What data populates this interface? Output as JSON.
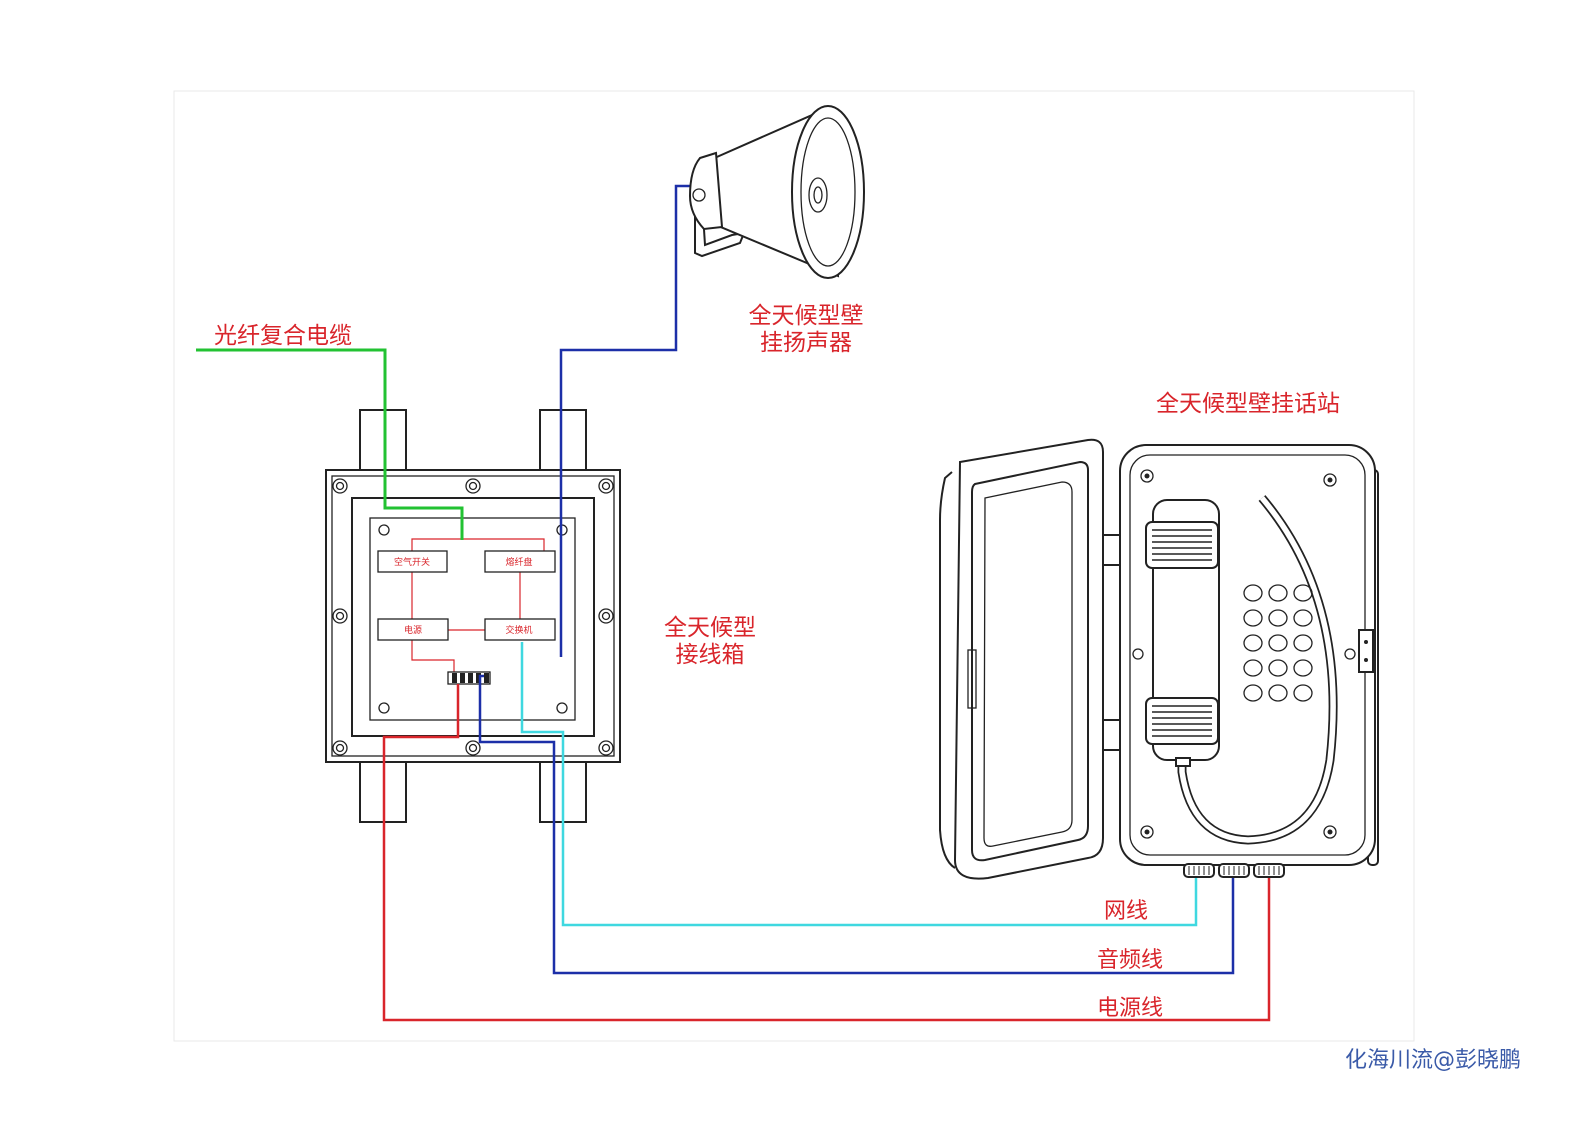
{
  "labels": {
    "fiber_cable": "光纤复合电缆",
    "speaker_line1": "全天候型壁",
    "speaker_line2": "挂扬声器",
    "station": "全天候型壁挂话站",
    "box_line1": "全天候型",
    "box_line2": "接线箱",
    "network_cable": "网线",
    "audio_cable": "音频线",
    "power_cable": "电源线"
  },
  "box_modules": {
    "air_switch": "空气开关",
    "fiber_tray": "熔纤盘",
    "power": "电源",
    "switch": "交换机"
  },
  "watermark": "化海川流@彭晓鹏",
  "colors": {
    "fiber": "#22c232",
    "audio": "#1c2fa8",
    "network": "#3fd8e0",
    "power": "#d9252b",
    "label": "#d9252b",
    "watermark": "#3a5aa8"
  }
}
